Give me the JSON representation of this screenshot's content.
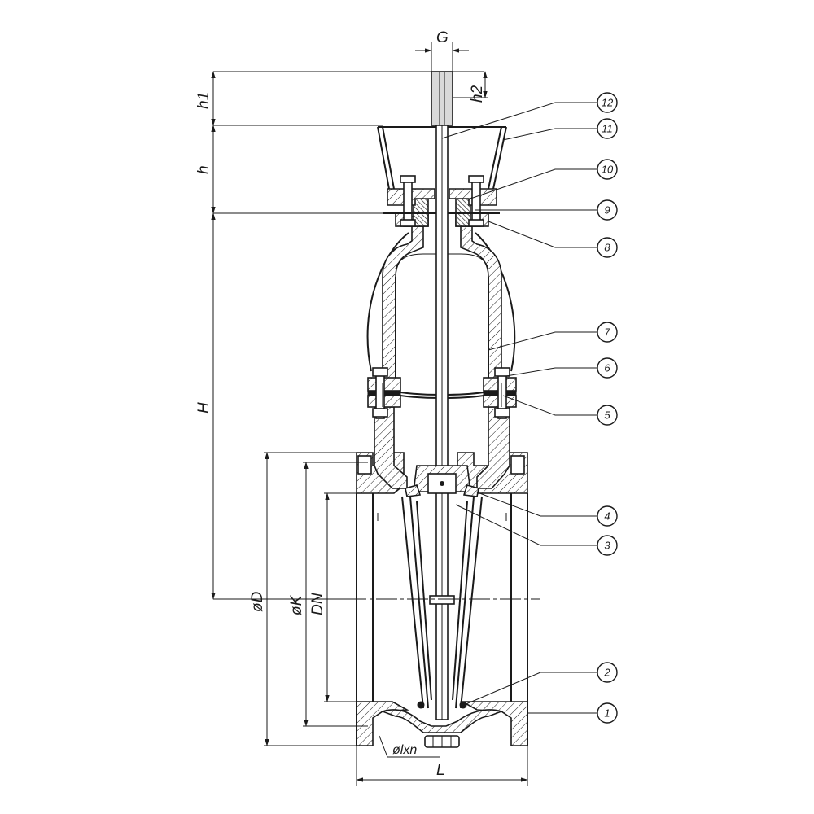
{
  "dimensions": {
    "G": "G",
    "h1": "h1",
    "h2": "h2",
    "h": "h",
    "H": "H",
    "D": "øD",
    "K": "øK",
    "DN": "DN",
    "bolt": "ølxn",
    "L": "L"
  },
  "callouts": [
    "1",
    "2",
    "3",
    "4",
    "5",
    "6",
    "7",
    "8",
    "9",
    "10",
    "11",
    "12"
  ]
}
